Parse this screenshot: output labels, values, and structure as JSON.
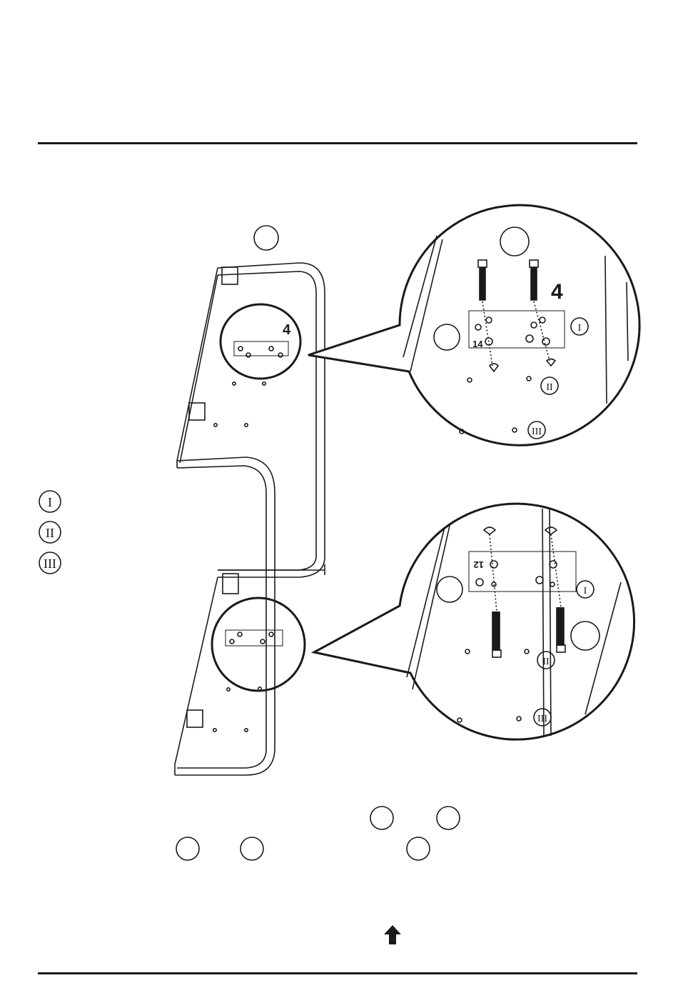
{
  "page": {
    "background": "#ffffff",
    "ink": "#1a1a1a"
  },
  "callouts": {
    "upper_inset_count": "4",
    "upper_detail_count": "4",
    "upper_marking": "14",
    "lower_marking": "12"
  },
  "hole_rows": {
    "row_1": "I",
    "row_2": "II",
    "row_3": "III"
  },
  "legend": {
    "row_1": "I",
    "row_2": "II",
    "row_3": "III"
  },
  "icons": {
    "up_arrow": "up-arrow-icon"
  }
}
